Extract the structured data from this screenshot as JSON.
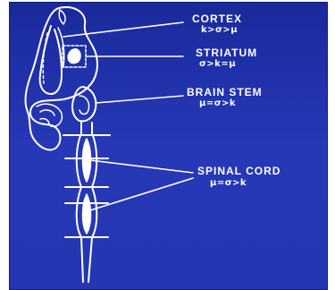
{
  "diagram": {
    "colors": {
      "background": "#2536b2",
      "ink": "#ffffff"
    },
    "regions": [
      {
        "name": "CORTEX",
        "relation": "k>σ>μ"
      },
      {
        "name": "STRIATUM",
        "relation": "σ>k=μ"
      },
      {
        "name": "BRAIN STEM",
        "relation": "μ=σ>k"
      },
      {
        "name": "SPINAL CORD",
        "relation": "μ=σ>k"
      }
    ]
  }
}
